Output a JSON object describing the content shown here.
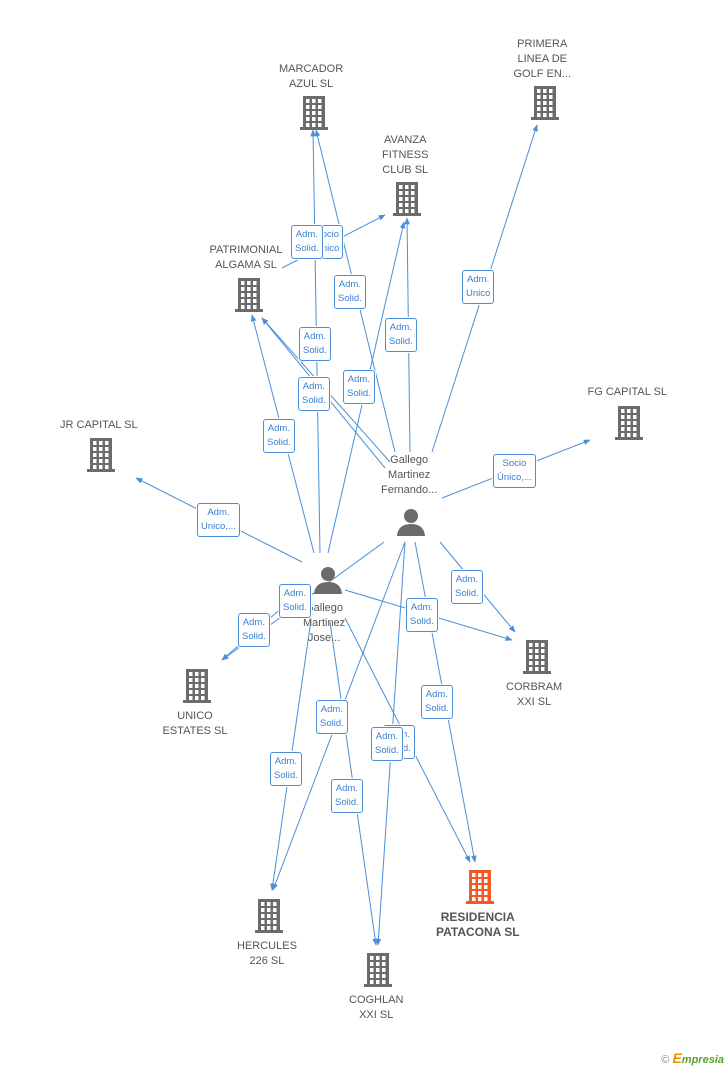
{
  "companies": [
    {
      "id": "marcador",
      "name": "marcador-azul-node",
      "label": "MARCADOR\nAZUL SL"
    },
    {
      "id": "primera",
      "name": "primera-linea-node",
      "label": "PRIMERA\nLINEA DE\nGOLF EN..."
    },
    {
      "id": "avanza",
      "name": "avanza-fitness-node",
      "label": "AVANZA\nFITNESS\nCLUB SL"
    },
    {
      "id": "patrimonial",
      "name": "patrimonial-algama-node",
      "label": "PATRIMONIAL\nALGAMA SL"
    },
    {
      "id": "fgcapital",
      "name": "fg-capital-node",
      "label": "FG CAPITAL SL"
    },
    {
      "id": "jrcapital",
      "name": "jr-capital-node",
      "label": "JR CAPITAL SL"
    },
    {
      "id": "corbram",
      "name": "corbram-node",
      "label": "CORBRAM\nXXI SL"
    },
    {
      "id": "unico",
      "name": "unico-estates-node",
      "label": "UNICO\nESTATES  SL"
    },
    {
      "id": "residencia",
      "name": "residencia-patacona-node",
      "label": "RESIDENCIA\nPATACONA SL",
      "highlight": true
    },
    {
      "id": "hercules",
      "name": "hercules-node",
      "label": "HERCULES\n226 SL"
    },
    {
      "id": "coghlan",
      "name": "coghlan-node",
      "label": "COGHLAN\nXXI SL"
    }
  ],
  "persons": [
    {
      "id": "fernando",
      "name": "person-fernando-node",
      "label": "Gallego\nMartinez\nFernando..."
    },
    {
      "id": "jose",
      "name": "person-jose-node",
      "label": "Gallego\nMartinez\nJose..."
    }
  ],
  "edges": [
    {
      "label": "Adm.\nSolid."
    },
    {
      "label": "Socio\nÚnico"
    },
    {
      "label": "Adm.\nSolid."
    },
    {
      "label": "Adm.\nUnico"
    },
    {
      "label": "Socio\nÚnico,..."
    },
    {
      "label": "Adm.\nSolid."
    },
    {
      "label": "Adm.\nSolid."
    },
    {
      "label": "Adm.\nSolid."
    },
    {
      "label": "Adm.\nSolid."
    },
    {
      "label": "Adm.\nSolid."
    },
    {
      "label": "Adm.\nSolid."
    },
    {
      "label": "Adm.\nSolid."
    },
    {
      "label": "Adm.\nSolid."
    },
    {
      "label": "Adm.\nSolid."
    },
    {
      "label": "Adm.\nUnico,..."
    },
    {
      "label": "Adm.\nSolid."
    },
    {
      "label": "Adm.\nSolid."
    },
    {
      "label": "Adm.\nSolid."
    },
    {
      "label": "Adm.\nSolid."
    },
    {
      "label": "Adm.\nSolid."
    },
    {
      "label": "Adm.\nSolid."
    }
  ],
  "colors": {
    "edge": "#4a8fd8",
    "building": "#6b6b6b",
    "highlight": "#f15a24"
  },
  "footer": {
    "copyright": "©",
    "brand_e": "E",
    "brand_rest": "mpresia"
  }
}
